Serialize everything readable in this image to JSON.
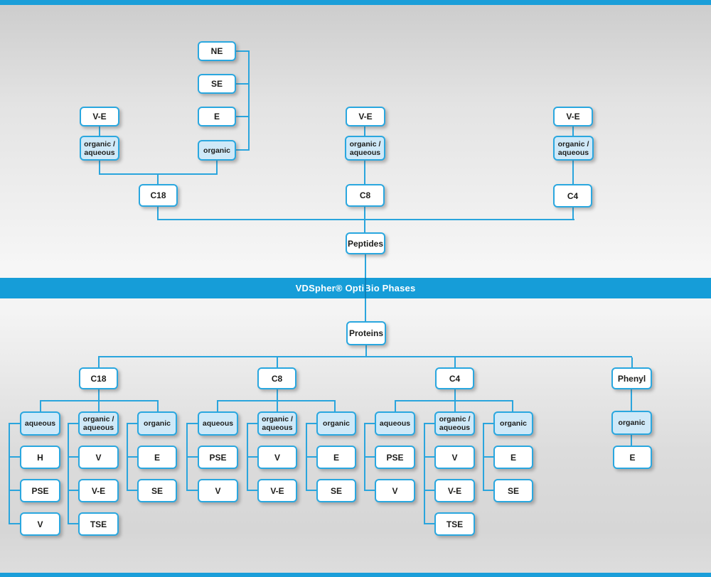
{
  "banner": {
    "label": "VDSpher® OptiBio Phases"
  },
  "colors": {
    "line": "#2aa5dd",
    "line_dark": "#0d82ba",
    "border": "#2aa7df",
    "box_blue_fill": "#cfe9f8",
    "box_white_fill": "#ffffff",
    "banner_blue": "#169dd8",
    "banner_text": "#ffffff",
    "edge_stripe": "#1b9ed9",
    "text": "#1d1d1b"
  },
  "nodes": [
    {
      "id": "p-c18-org-ne",
      "label": "NE",
      "variant": "white"
    },
    {
      "id": "p-c18-org-se",
      "label": "SE",
      "variant": "white"
    },
    {
      "id": "p-c18-org-e",
      "label": "E",
      "variant": "white"
    },
    {
      "id": "p-c18-organic",
      "label": "organic",
      "variant": "blue"
    },
    {
      "id": "p-c18-ve",
      "label": "V-E",
      "variant": "white"
    },
    {
      "id": "p-c18-orgaq",
      "label": "organic / aqueous",
      "variant": "blue"
    },
    {
      "id": "p-c18",
      "label": "C18",
      "variant": "white"
    },
    {
      "id": "p-c8-ve",
      "label": "V-E",
      "variant": "white"
    },
    {
      "id": "p-c8-orgaq",
      "label": "organic / aqueous",
      "variant": "blue"
    },
    {
      "id": "p-c8",
      "label": "C8",
      "variant": "white"
    },
    {
      "id": "p-c4-ve",
      "label": "V-E",
      "variant": "white"
    },
    {
      "id": "p-c4-orgaq",
      "label": "organic / aqueous",
      "variant": "blue"
    },
    {
      "id": "p-c4",
      "label": "C4",
      "variant": "white"
    },
    {
      "id": "peptides",
      "label": "Peptides",
      "variant": "white"
    },
    {
      "id": "proteins",
      "label": "Proteins",
      "variant": "white"
    },
    {
      "id": "pr-c18",
      "label": "C18",
      "variant": "white"
    },
    {
      "id": "pr-c8",
      "label": "C8",
      "variant": "white"
    },
    {
      "id": "pr-c4",
      "label": "C4",
      "variant": "white"
    },
    {
      "id": "pr-phenyl",
      "label": "Phenyl",
      "variant": "white"
    },
    {
      "id": "pr-c18-aq",
      "label": "aqueous",
      "variant": "blue"
    },
    {
      "id": "pr-c18-orgaq",
      "label": "organic / aqueous",
      "variant": "blue"
    },
    {
      "id": "pr-c18-org",
      "label": "organic",
      "variant": "blue"
    },
    {
      "id": "pr-c18-aq-h",
      "label": "H",
      "variant": "white"
    },
    {
      "id": "pr-c18-aq-pse",
      "label": "PSE",
      "variant": "white"
    },
    {
      "id": "pr-c18-aq-v",
      "label": "V",
      "variant": "white"
    },
    {
      "id": "pr-c18-orgaq-v",
      "label": "V",
      "variant": "white"
    },
    {
      "id": "pr-c18-orgaq-ve",
      "label": "V-E",
      "variant": "white"
    },
    {
      "id": "pr-c18-orgaq-tse",
      "label": "TSE",
      "variant": "white"
    },
    {
      "id": "pr-c18-org-e",
      "label": "E",
      "variant": "white"
    },
    {
      "id": "pr-c18-org-se",
      "label": "SE",
      "variant": "white"
    },
    {
      "id": "pr-c8-aq",
      "label": "aqueous",
      "variant": "blue"
    },
    {
      "id": "pr-c8-orgaq",
      "label": "organic / aqueous",
      "variant": "blue"
    },
    {
      "id": "pr-c8-org",
      "label": "organic",
      "variant": "blue"
    },
    {
      "id": "pr-c8-aq-pse",
      "label": "PSE",
      "variant": "white"
    },
    {
      "id": "pr-c8-aq-v",
      "label": "V",
      "variant": "white"
    },
    {
      "id": "pr-c8-orgaq-v",
      "label": "V",
      "variant": "white"
    },
    {
      "id": "pr-c8-orgaq-ve",
      "label": "V-E",
      "variant": "white"
    },
    {
      "id": "pr-c8-org-e",
      "label": "E",
      "variant": "white"
    },
    {
      "id": "pr-c8-org-se",
      "label": "SE",
      "variant": "white"
    },
    {
      "id": "pr-c4-aq",
      "label": "aqueous",
      "variant": "blue"
    },
    {
      "id": "pr-c4-orgaq",
      "label": "organic / aqueous",
      "variant": "blue"
    },
    {
      "id": "pr-c4-org",
      "label": "organic",
      "variant": "blue"
    },
    {
      "id": "pr-c4-aq-pse",
      "label": "PSE",
      "variant": "white"
    },
    {
      "id": "pr-c4-aq-v",
      "label": "V",
      "variant": "white"
    },
    {
      "id": "pr-c4-orgaq-v",
      "label": "V",
      "variant": "white"
    },
    {
      "id": "pr-c4-orgaq-ve",
      "label": "V-E",
      "variant": "white"
    },
    {
      "id": "pr-c4-orgaq-tse",
      "label": "TSE",
      "variant": "white"
    },
    {
      "id": "pr-c4-org-e",
      "label": "E",
      "variant": "white"
    },
    {
      "id": "pr-c4-org-se",
      "label": "SE",
      "variant": "white"
    },
    {
      "id": "pr-phenyl-org",
      "label": "organic",
      "variant": "blue"
    },
    {
      "id": "pr-phenyl-org-e",
      "label": "E",
      "variant": "white"
    }
  ]
}
